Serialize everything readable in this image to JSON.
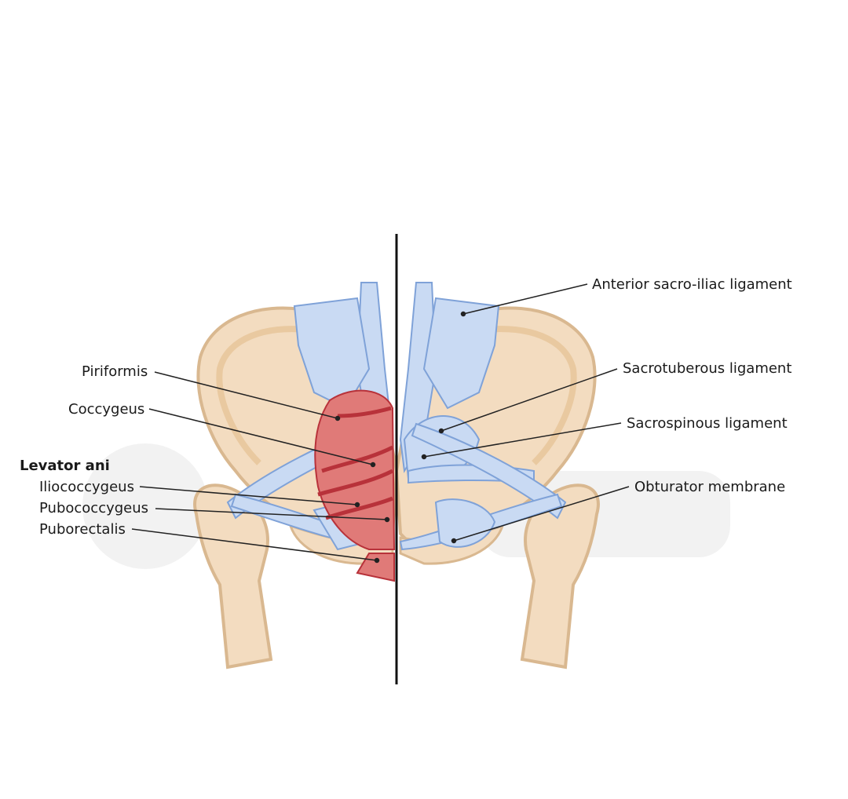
{
  "labels": {
    "piriformis": "Piriformis",
    "coccygeus": "Coccygeus",
    "levator_ani": "Levator ani",
    "iliococcygeus": "Iliococcygeus",
    "pubococcygeus": "Pubococcygeus",
    "puborectalis": "Puborectalis",
    "anterior_sacro_iliac": "Anterior sacro-iliac ligament",
    "sacrotuberous": "Sacrotuberous ligament",
    "sacrospinous": "Sacrospinous ligament",
    "obturator_membrane": "Obturator membrane"
  },
  "colors": {
    "bone": "#f3dcc0",
    "bone_outline": "#d9b890",
    "ligament": "#c9daf3",
    "ligament_line": "#7fa2d8",
    "muscle": "#e07a78",
    "muscle_dark": "#b8323a",
    "divider": "#111111",
    "leader": "#222222"
  }
}
